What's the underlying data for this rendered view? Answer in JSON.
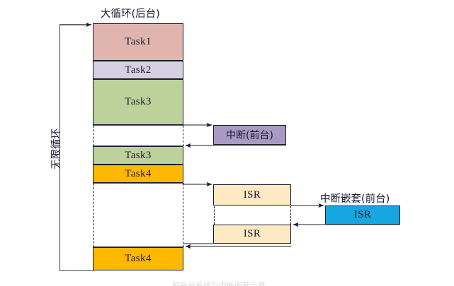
{
  "diagram": {
    "title_main": "大循环(后台)",
    "loop_label": "无限循环",
    "foreground_label": "中断(前台)",
    "nested_label": "中断嵌套(前台)",
    "caption": "前后台系统与中断嵌套示意",
    "colors": {
      "task1": "#e0b5ae",
      "task2": "#d6d0e2",
      "task3": "#bdd19a",
      "task4": "#ffb800",
      "interrupt": "#a99ac4",
      "isr": "#fdeac2",
      "nested_isr": "#16a7e0",
      "stroke": "#1a1a2e",
      "line": "#4a4a4a"
    },
    "background_blocks": [
      {
        "label": "Task1",
        "color_key": "task1"
      },
      {
        "label": "Task2",
        "color_key": "task2"
      },
      {
        "label": "Task3",
        "color_key": "task3"
      },
      {
        "label": "Task3",
        "color_key": "task3"
      },
      {
        "label": "Task4",
        "color_key": "task4"
      },
      {
        "label": "Task4",
        "color_key": "task4"
      }
    ],
    "interrupt_blocks": [
      {
        "label": "中断(前台)",
        "color_key": "interrupt"
      },
      {
        "label": "ISR",
        "color_key": "isr"
      },
      {
        "label": "ISR",
        "color_key": "isr"
      },
      {
        "label": "ISR",
        "color_key": "nested_isr"
      }
    ]
  }
}
